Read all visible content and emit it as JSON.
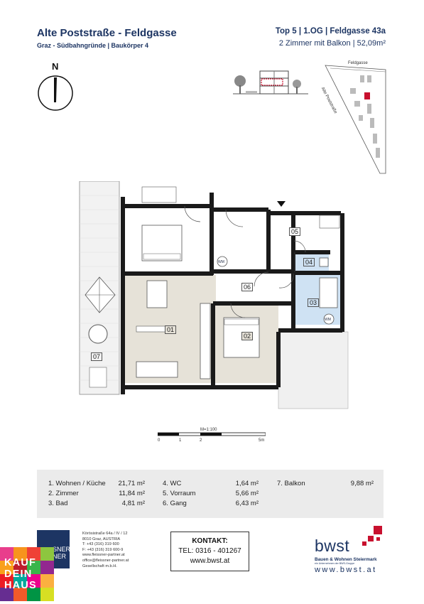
{
  "header": {
    "title": "Alte Poststraße - Feldgasse",
    "subtitle": "Graz - Südbahngründe | Baukörper 4",
    "unit_line": "Top 5 | 1.OG | Feldgasse 43a",
    "unit_detail": "2 Zimmer mit Balkon | 52,09m²"
  },
  "north": {
    "label": "N"
  },
  "site_plan": {
    "street_top": "Feldgasse",
    "street_side": "Alte Poststraße"
  },
  "floor_plan": {
    "rooms": [
      {
        "id": "01"
      },
      {
        "id": "02"
      },
      {
        "id": "03"
      },
      {
        "id": "04"
      },
      {
        "id": "05"
      },
      {
        "id": "06"
      },
      {
        "id": "07"
      }
    ],
    "fixtures": {
      "washing_machine": "WM"
    }
  },
  "scale": {
    "label": "M=1:100",
    "ticks": [
      "0",
      "1",
      "2",
      "5m"
    ]
  },
  "legend": {
    "col1": [
      {
        "name": "1. Wohnen / Küche",
        "area": "21,71 m²"
      },
      {
        "name": "2. Zimmer",
        "area": "11,84 m²"
      },
      {
        "name": "3. Bad",
        "area": "4,81 m²"
      }
    ],
    "col2": [
      {
        "name": "4. WC",
        "area": "1,64 m²"
      },
      {
        "name": "5. Vorraum",
        "area": "5,66 m²"
      },
      {
        "name": "6. Gang",
        "area": "6,43 m²"
      }
    ],
    "col3": [
      {
        "name": "7. Balkon",
        "area": "9,88 m²"
      }
    ]
  },
  "architect": {
    "logo_text": "SNER NER",
    "address_lines": [
      "Körösistraße 64a / IV / 12",
      "8010 Graz, AUSTRIA",
      "T: +43 (316) 319 600",
      "F: +43 (316) 319 600-9",
      "www.fleissner-partner.at",
      "office@fleissner-partner.at",
      "Gesellschaft m.b.H."
    ]
  },
  "contact": {
    "heading": "KONTAKT:",
    "phone": "TEL: 0316 - 401267",
    "web": "www.bwst.at"
  },
  "developer": {
    "name": "bwst",
    "tagline": "Bauen & Wohnen Steiermark",
    "subline": "ein Unternehmen der BWS-Gruppe",
    "url": "www.bwst.at",
    "accent_color": "#c8102e"
  },
  "badge": {
    "lines": [
      "KAUF",
      "DEIN",
      "HAUS"
    ]
  },
  "colors": {
    "living_fill": "#e6e2d8",
    "bath_fill": "#cfe2f3",
    "wall": "#1a1a1a",
    "title_blue": "#1d3563"
  }
}
